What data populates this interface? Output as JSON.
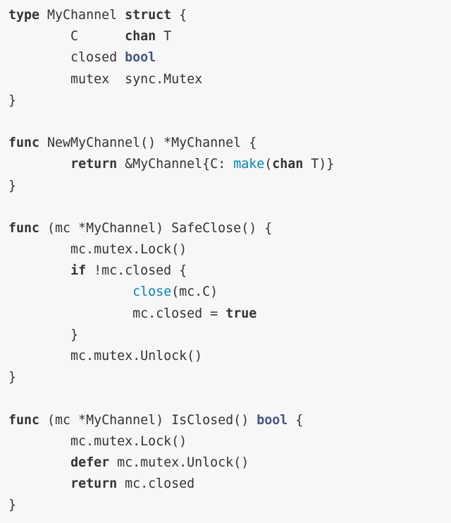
{
  "colors": {
    "background": "#f7f7f7",
    "text": "#333333",
    "type_keyword": "#445588",
    "builtin": "#0086b3"
  },
  "code": {
    "language": "go",
    "lines": [
      [
        {
          "text": "type",
          "style": "kw"
        },
        {
          "text": " MyChannel ",
          "style": "plain"
        },
        {
          "text": "struct",
          "style": "kw"
        },
        {
          "text": " {",
          "style": "plain"
        }
      ],
      [
        {
          "text": "        C      ",
          "style": "plain"
        },
        {
          "text": "chan",
          "style": "kw"
        },
        {
          "text": " T",
          "style": "plain"
        }
      ],
      [
        {
          "text": "        closed ",
          "style": "plain"
        },
        {
          "text": "bool",
          "style": "type"
        }
      ],
      [
        {
          "text": "        mutex  sync.Mutex",
          "style": "plain"
        }
      ],
      [
        {
          "text": "}",
          "style": "plain"
        }
      ],
      [],
      [
        {
          "text": "func",
          "style": "kw"
        },
        {
          "text": " NewMyChannel() *MyChannel {",
          "style": "plain"
        }
      ],
      [
        {
          "text": "        ",
          "style": "plain"
        },
        {
          "text": "return",
          "style": "kw"
        },
        {
          "text": " &MyChannel{C: ",
          "style": "plain"
        },
        {
          "text": "make",
          "style": "builtin"
        },
        {
          "text": "(",
          "style": "plain"
        },
        {
          "text": "chan",
          "style": "kw"
        },
        {
          "text": " T)}",
          "style": "plain"
        }
      ],
      [
        {
          "text": "}",
          "style": "plain"
        }
      ],
      [],
      [
        {
          "text": "func",
          "style": "kw"
        },
        {
          "text": " (mc *MyChannel) SafeClose() {",
          "style": "plain"
        }
      ],
      [
        {
          "text": "        mc.mutex.Lock()",
          "style": "plain"
        }
      ],
      [
        {
          "text": "        ",
          "style": "plain"
        },
        {
          "text": "if",
          "style": "kw"
        },
        {
          "text": " !mc.closed {",
          "style": "plain"
        }
      ],
      [
        {
          "text": "                ",
          "style": "plain"
        },
        {
          "text": "close",
          "style": "builtin"
        },
        {
          "text": "(mc.C)",
          "style": "plain"
        }
      ],
      [
        {
          "text": "                mc.closed = ",
          "style": "plain"
        },
        {
          "text": "true",
          "style": "kw"
        }
      ],
      [
        {
          "text": "        }",
          "style": "plain"
        }
      ],
      [
        {
          "text": "        mc.mutex.Unlock()",
          "style": "plain"
        }
      ],
      [
        {
          "text": "}",
          "style": "plain"
        }
      ],
      [],
      [
        {
          "text": "func",
          "style": "kw"
        },
        {
          "text": " (mc *MyChannel) IsClosed() ",
          "style": "plain"
        },
        {
          "text": "bool",
          "style": "type"
        },
        {
          "text": " {",
          "style": "plain"
        }
      ],
      [
        {
          "text": "        mc.mutex.Lock()",
          "style": "plain"
        }
      ],
      [
        {
          "text": "        ",
          "style": "plain"
        },
        {
          "text": "defer",
          "style": "kw"
        },
        {
          "text": " mc.mutex.Unlock()",
          "style": "plain"
        }
      ],
      [
        {
          "text": "        ",
          "style": "plain"
        },
        {
          "text": "return",
          "style": "kw"
        },
        {
          "text": " mc.closed",
          "style": "plain"
        }
      ],
      [
        {
          "text": "}",
          "style": "plain"
        }
      ]
    ]
  }
}
